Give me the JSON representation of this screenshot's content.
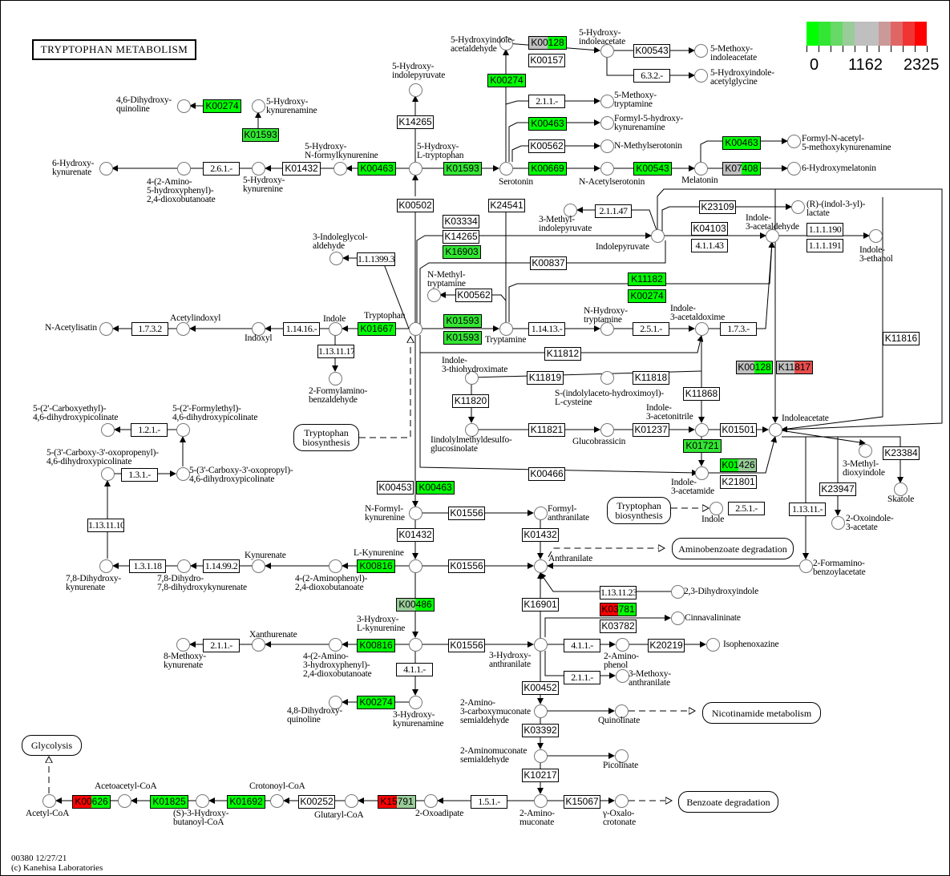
{
  "title": "TRYPTOPHAN METABOLISM",
  "footer": {
    "map_id_date": "00380 12/27/21",
    "copyright": "(c) Kanehisa Laboratories"
  },
  "legend": {
    "min": "0",
    "mid": "1162",
    "max": "2325",
    "colors": [
      "#00ff00",
      "#33e633",
      "#66d966",
      "#99cc99",
      "#bfbfbf",
      "#bfbfbf",
      "#cc9999",
      "#e06666",
      "#f03333",
      "#ff0000"
    ]
  },
  "colors": {
    "green": "#00ff00",
    "green2": "#33e633",
    "lightgreen": "#99cc99",
    "gray": "#bfbfbf",
    "red": "#ff0000",
    "lightred": "#e64d4d",
    "white": "#ffffff"
  },
  "enzymes": [
    {
      "id": "e1",
      "label": "K00274",
      "fill": [
        "green"
      ]
    },
    {
      "id": "e2",
      "label": "K01593",
      "fill": [
        "green2"
      ]
    },
    {
      "id": "e3",
      "label": "2.6.1.-",
      "ec": true
    },
    {
      "id": "e4",
      "label": "K01432"
    },
    {
      "id": "e5",
      "label": "K00463",
      "fill": [
        "green"
      ]
    },
    {
      "id": "e6",
      "label": "K01593",
      "fill": [
        "green2"
      ]
    },
    {
      "id": "e7",
      "label": "K14265"
    },
    {
      "id": "e8",
      "label": "K00274",
      "fill": [
        "green"
      ]
    },
    {
      "id": "e9",
      "label": "K00128",
      "fill": [
        "gray",
        "green"
      ]
    },
    {
      "id": "e10",
      "label": "K00157"
    },
    {
      "id": "e11",
      "label": "K00543"
    },
    {
      "id": "e12",
      "label": "6.3.2.-",
      "ec": true
    },
    {
      "id": "e13",
      "label": "2.1.1.-",
      "ec": true
    },
    {
      "id": "e14",
      "label": "K00463",
      "fill": [
        "green"
      ]
    },
    {
      "id": "e15",
      "label": "K00562"
    },
    {
      "id": "e16",
      "label": "K00669",
      "fill": [
        "green"
      ]
    },
    {
      "id": "e17",
      "label": "K00543",
      "fill": [
        "green"
      ]
    },
    {
      "id": "e18",
      "label": "K00463",
      "fill": [
        "green"
      ]
    },
    {
      "id": "e19",
      "label": "K07408",
      "fill": [
        "gray",
        "green"
      ]
    },
    {
      "id": "e20",
      "label": "K00502"
    },
    {
      "id": "e21",
      "label": "K24541"
    },
    {
      "id": "e22",
      "label": "2.1.1.47",
      "ec": true
    },
    {
      "id": "e23",
      "label": "K23109"
    },
    {
      "id": "e24",
      "label": "K04103"
    },
    {
      "id": "e25",
      "label": "4.1.1.43",
      "ec": true
    },
    {
      "id": "e26",
      "label": "1.1.1.190",
      "ec": true
    },
    {
      "id": "e27",
      "label": "1.1.1.191",
      "ec": true
    },
    {
      "id": "e28",
      "label": "K03334"
    },
    {
      "id": "e29",
      "label": "K14265"
    },
    {
      "id": "e30",
      "label": "K16903",
      "fill": [
        "green2"
      ]
    },
    {
      "id": "e31",
      "label": "1.1.1399.3",
      "ec": true
    },
    {
      "id": "e32",
      "label": "K00837"
    },
    {
      "id": "e33",
      "label": "K11182",
      "fill": [
        "green"
      ]
    },
    {
      "id": "e34",
      "label": "K00274",
      "fill": [
        "green"
      ]
    },
    {
      "id": "e35",
      "label": "K00562"
    },
    {
      "id": "e36",
      "label": "K01593",
      "fill": [
        "green2"
      ]
    },
    {
      "id": "e37",
      "label": "K01593",
      "fill": [
        "green2"
      ]
    },
    {
      "id": "e38",
      "label": "1.14.13.-",
      "ec": true
    },
    {
      "id": "e39",
      "label": "2.5.1.-",
      "ec": true
    },
    {
      "id": "e40",
      "label": "1.7.3.-",
      "ec": true
    },
    {
      "id": "e41",
      "label": "K11816"
    },
    {
      "id": "e42",
      "label": "K01667",
      "fill": [
        "green"
      ]
    },
    {
      "id": "e43",
      "label": "1.14.16.-",
      "ec": true
    },
    {
      "id": "e44",
      "label": "1.7.3.2",
      "ec": true
    },
    {
      "id": "e45",
      "label": "1.13.11.17",
      "ec": true
    },
    {
      "id": "e46",
      "label": "K11812"
    },
    {
      "id": "e47",
      "label": "K00128",
      "fill": [
        "gray",
        "green"
      ]
    },
    {
      "id": "e48",
      "label": "K11817",
      "fill": [
        "gray",
        "lightred"
      ]
    },
    {
      "id": "e49",
      "label": "K11819"
    },
    {
      "id": "e50",
      "label": "K11818"
    },
    {
      "id": "e51",
      "label": "K11820"
    },
    {
      "id": "e52",
      "label": "K11868"
    },
    {
      "id": "e53",
      "label": "K11821"
    },
    {
      "id": "e54",
      "label": "K01237"
    },
    {
      "id": "e55",
      "label": "K01501"
    },
    {
      "id": "e56",
      "label": "K01721",
      "fill": [
        "green2"
      ]
    },
    {
      "id": "e57",
      "label": "K01426",
      "fill": [
        "green",
        "lightgreen"
      ]
    },
    {
      "id": "e58",
      "label": "K21801"
    },
    {
      "id": "e59",
      "label": "K00466"
    },
    {
      "id": "e60",
      "label": "K23384"
    },
    {
      "id": "e61",
      "label": "K23947"
    },
    {
      "id": "e62",
      "label": "1.2.1.-",
      "ec": true
    },
    {
      "id": "e63",
      "label": "1.3.1.-",
      "ec": true
    },
    {
      "id": "e64",
      "label": "K00453"
    },
    {
      "id": "e65",
      "label": "K00463",
      "fill": [
        "green"
      ]
    },
    {
      "id": "e66",
      "label": "K01556"
    },
    {
      "id": "e67",
      "label": "2.5.1.-",
      "ec": true
    },
    {
      "id": "e68",
      "label": "1.13.11.-",
      "ec": true
    },
    {
      "id": "e69",
      "label": "1.13.11.10",
      "ec": true
    },
    {
      "id": "e70",
      "label": "K01432"
    },
    {
      "id": "e71",
      "label": "K01432"
    },
    {
      "id": "e72",
      "label": "1.3.1.18",
      "ec": true
    },
    {
      "id": "e73",
      "label": "1.14.99.2",
      "ec": true
    },
    {
      "id": "e74",
      "label": "K00816",
      "fill": [
        "green"
      ]
    },
    {
      "id": "e75",
      "label": "K01556"
    },
    {
      "id": "e76",
      "label": "1.13.11.23",
      "ec": true
    },
    {
      "id": "e77",
      "label": "K00486",
      "fill": [
        "lightgreen",
        "green"
      ]
    },
    {
      "id": "e78",
      "label": "K16901"
    },
    {
      "id": "e79",
      "label": "K03781",
      "fill": [
        "red",
        "green"
      ]
    },
    {
      "id": "e80",
      "label": "K03782"
    },
    {
      "id": "e81",
      "label": "2.1.1.-",
      "ec": true
    },
    {
      "id": "e82",
      "label": "K00816",
      "fill": [
        "green"
      ]
    },
    {
      "id": "e83",
      "label": "K01556"
    },
    {
      "id": "e84",
      "label": "4.1.1.-",
      "ec": true
    },
    {
      "id": "e85",
      "label": "K20219"
    },
    {
      "id": "e86",
      "label": "4.1.1.-",
      "ec": true
    },
    {
      "id": "e87",
      "label": "2.1.1.-",
      "ec": true
    },
    {
      "id": "e88",
      "label": "K00274",
      "fill": [
        "green"
      ]
    },
    {
      "id": "e89",
      "label": "K00452"
    },
    {
      "id": "e90",
      "label": "K03392"
    },
    {
      "id": "e91",
      "label": "K10217"
    },
    {
      "id": "e92",
      "label": "K00626",
      "fill": [
        "red",
        "green"
      ]
    },
    {
      "id": "e93",
      "label": "K01825",
      "fill": [
        "green"
      ]
    },
    {
      "id": "e94",
      "label": "K01692",
      "fill": [
        "green"
      ]
    },
    {
      "id": "e95",
      "label": "K00252"
    },
    {
      "id": "e96",
      "label": "K15791",
      "fill": [
        "red",
        "lightgreen"
      ]
    },
    {
      "id": "e97",
      "label": "1.5.1.-",
      "ec": true
    },
    {
      "id": "e98",
      "label": "K15067"
    }
  ],
  "compounds": [
    {
      "id": "c1",
      "label": "4,6-Dihydroxy-\nquinoline"
    },
    {
      "id": "c2",
      "label": "5-Hydroxy-\nkynurenamine"
    },
    {
      "id": "c3",
      "label": "6-Hydroxy-\nkynurenate"
    },
    {
      "id": "c4",
      "label": "4-(2-Amino-\n5-hydroxyphenyl)-\n2,4-dioxobutanoate"
    },
    {
      "id": "c5",
      "label": "5-Hydroxy-\nkynurenine"
    },
    {
      "id": "c6",
      "label": "5-Hydroxy-\nN-formylkynurenine"
    },
    {
      "id": "c7",
      "label": "5-Hydroxy-\nL-tryptophan"
    },
    {
      "id": "c8",
      "label": "5-Hydroxy-\nindolepyruvate"
    },
    {
      "id": "c9",
      "label": "5-Hydroxyindole-\nacetaldehyde"
    },
    {
      "id": "c10",
      "label": "5-Hydroxy-\nindoleacetate"
    },
    {
      "id": "c11",
      "label": "5-Methoxy-\nindoleacetate"
    },
    {
      "id": "c12",
      "label": "5-Hydroxyindole-\nacetylglycine"
    },
    {
      "id": "c13",
      "label": "5-Methoxy-\ntryptamine"
    },
    {
      "id": "c14",
      "label": "Formyl-5-hydroxy-\nkynurenamine"
    },
    {
      "id": "c15",
      "label": "N-Methylserotonin"
    },
    {
      "id": "c16",
      "label": "Serotonin"
    },
    {
      "id": "c17",
      "label": "N-Acetylserotonin"
    },
    {
      "id": "c18",
      "label": "Melatonin"
    },
    {
      "id": "c19",
      "label": "Formyl-N-acetyl-\n5-methoxykynurenamine"
    },
    {
      "id": "c20",
      "label": "6-Hydroxymelatonin"
    },
    {
      "id": "c21",
      "label": "3-Methyl-\nindolepyruvate"
    },
    {
      "id": "c22",
      "label": "Indolepyruvate"
    },
    {
      "id": "c23",
      "label": "(R)-(indol-3-yl)-\nlactate"
    },
    {
      "id": "c24",
      "label": "Indole-\n3-acetaldehyde"
    },
    {
      "id": "c25",
      "label": "Indole-\n3-ethanol"
    },
    {
      "id": "c26",
      "label": "3-Indoleglycol-\naldehyde"
    },
    {
      "id": "c27",
      "label": "N-Methyl-\ntryptamine"
    },
    {
      "id": "c28",
      "label": "Tryptophan"
    },
    {
      "id": "c29",
      "label": "Tryptamine"
    },
    {
      "id": "c30",
      "label": "N-Hydroxy-\ntryptamine"
    },
    {
      "id": "c31",
      "label": "Indole-\n3-acetaldoxime"
    },
    {
      "id": "c32",
      "label": "N-Acetylisatin"
    },
    {
      "id": "c33",
      "label": "Acetylindoxyl"
    },
    {
      "id": "c34",
      "label": "Indoxyl"
    },
    {
      "id": "c35",
      "label": "Indole"
    },
    {
      "id": "c36",
      "label": "2-Formylamino-\nbenzaldehyde"
    },
    {
      "id": "c37",
      "label": "Indole-\n3-thiohydroximate"
    },
    {
      "id": "c38",
      "label": "S-(indolylaceto-hydroximoyl)-\nL-cysteine"
    },
    {
      "id": "c39",
      "label": "Iindolylmethyldesulfo-\nglucosinolate"
    },
    {
      "id": "c40",
      "label": "Glucobrassicin"
    },
    {
      "id": "c41",
      "label": "Indole-\n3-acetonitrile"
    },
    {
      "id": "c42",
      "label": "Indoleacetate"
    },
    {
      "id": "c43",
      "label": "Indole-\n3-acetamide"
    },
    {
      "id": "c44",
      "label": "3-Methyl-\ndioxyindole"
    },
    {
      "id": "c45",
      "label": "Skatole"
    },
    {
      "id": "c46",
      "label": "2-Oxoindole-\n3-acetate"
    },
    {
      "id": "c47",
      "label": "5-(2'-Carboxyethyl)-\n4,6-dihydroxypicolinate"
    },
    {
      "id": "c48",
      "label": "5-(2'-Formylethyl)-\n4,6-dihydroxypicolinate"
    },
    {
      "id": "c49",
      "label": "5-(3'-Carboxy-3'-oxopropenyl)-\n4,6-dihydroxypicolinate"
    },
    {
      "id": "c50",
      "label": "5-(3'-Carboxy-3'-oxopropyl)-\n4,6-dihydroxypicolinate"
    },
    {
      "id": "c51",
      "label": "N-Formyl-\nkynurenine"
    },
    {
      "id": "c52",
      "label": "Formyl-\nanthranilate"
    },
    {
      "id": "c53",
      "label": "Indole"
    },
    {
      "id": "c54",
      "label": "7,8-Dihydroxy-\nkynurenate"
    },
    {
      "id": "c55",
      "label": "7,8-Dihydro-\n7,8-dihydroxykynurenate"
    },
    {
      "id": "c56",
      "label": "Kynurenate"
    },
    {
      "id": "c57",
      "label": "4-(2-Aminophenyl)-\n2,4-dioxobutanoate"
    },
    {
      "id": "c58",
      "label": "L-Kynurenine"
    },
    {
      "id": "c59",
      "label": "Anthranilate"
    },
    {
      "id": "c60",
      "label": "2-Formamino-\nbenzoylacetate"
    },
    {
      "id": "c61",
      "label": "2,3-Dihydroxyindole"
    },
    {
      "id": "c62",
      "label": "Cinnavalininate"
    },
    {
      "id": "c63",
      "label": "8-Methoxy-\nkynurenate"
    },
    {
      "id": "c64",
      "label": "Xanthurenate"
    },
    {
      "id": "c65",
      "label": "4-(2-Amino-\n3-hydroxyphenyl)-\n2,4-dioxobutanoate"
    },
    {
      "id": "c66",
      "label": "3-Hydroxy-\nL-kynurenine"
    },
    {
      "id": "c67",
      "label": "3-Hydroxy-\nanthranilate"
    },
    {
      "id": "c68",
      "label": "2-Amino-\nphenol"
    },
    {
      "id": "c69",
      "label": "Isophenoxazine"
    },
    {
      "id": "c70",
      "label": "3-Methoxy-\nanthranilate"
    },
    {
      "id": "c71",
      "label": "4,8-Dihydroxy-\nquinoline"
    },
    {
      "id": "c72",
      "label": "3-Hydroxy-\nkynurenamine"
    },
    {
      "id": "c73",
      "label": "2-Amino-\n3-carboxymuconate\nsemialdehyde"
    },
    {
      "id": "c74",
      "label": "Quinolinate"
    },
    {
      "id": "c75",
      "label": "2-Aminomuconate\nsemialdehyde"
    },
    {
      "id": "c76",
      "label": "Picolinate"
    },
    {
      "id": "c77",
      "label": "Acetyl-CoA"
    },
    {
      "id": "c78",
      "label": "Acetoacetyl-CoA"
    },
    {
      "id": "c79",
      "label": "(S)-3-Hydroxy-\nbutanoyl-CoA"
    },
    {
      "id": "c80",
      "label": "Crotonoyl-CoA"
    },
    {
      "id": "c81",
      "label": "Glutaryl-CoA"
    },
    {
      "id": "c82",
      "label": "2-Oxoadipate"
    },
    {
      "id": "c83",
      "label": "2-Amino-\nmuconate"
    },
    {
      "id": "c84",
      "label": "γ-Oxalo-\ncrotonate"
    }
  ],
  "maps": [
    {
      "id": "m1",
      "label": "Tryptophan\nbiosynthesis"
    },
    {
      "id": "m2",
      "label": "Tryptophan\nbiosynthesis"
    },
    {
      "id": "m3",
      "label": "Aminobenzoate degradation"
    },
    {
      "id": "m4",
      "label": "Nicotinamide metabolism"
    },
    {
      "id": "m5",
      "label": "Glycolysis"
    },
    {
      "id": "m6",
      "label": "Benzoate degradation"
    }
  ]
}
